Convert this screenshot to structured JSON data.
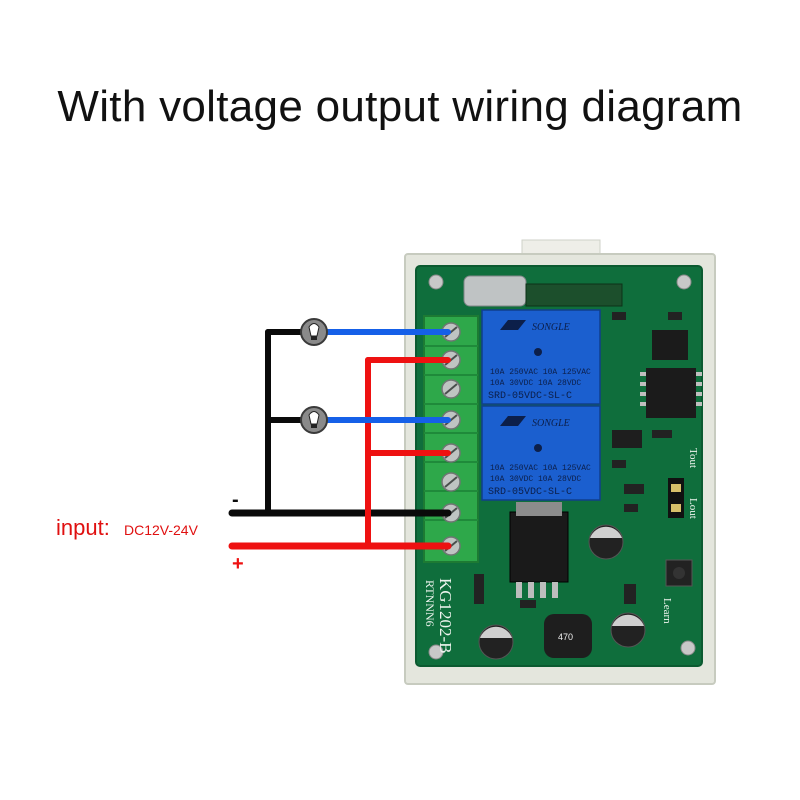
{
  "title": "With voltage output wiring diagram",
  "input_label": "input:",
  "input_voltage": "DC12V-24V",
  "minus_sign": "-",
  "plus_sign": "+",
  "board_model": "KG1202-B",
  "board_sub": "RTNNN6",
  "relays": [
    {
      "brand": "SONGLE",
      "spec_line1": "10A 250VAC  10A 125VAC",
      "spec_line2": "10A  30VDC  10A  28VDC",
      "model": "SRD-05VDC-SL-C"
    },
    {
      "brand": "SONGLE",
      "spec_line1": "10A 250VAC  10A 125VAC",
      "spec_line2": "10A  30VDC  10A  28VDC",
      "model": "SRD-05VDC-SL-C"
    }
  ],
  "tout_label": "Tout",
  "lout_label": "Lout",
  "learn_label": "Learn",
  "inductor_label": "470",
  "colors": {
    "wire_blue": "#1560e8",
    "wire_red": "#ee1111",
    "wire_black": "#0a0a0a",
    "pcb_green": "#0f6e3c",
    "enclosure": "#e4e6dd",
    "relay_blue": "#1b5fcf",
    "terminal_green": "#2ea84a"
  }
}
